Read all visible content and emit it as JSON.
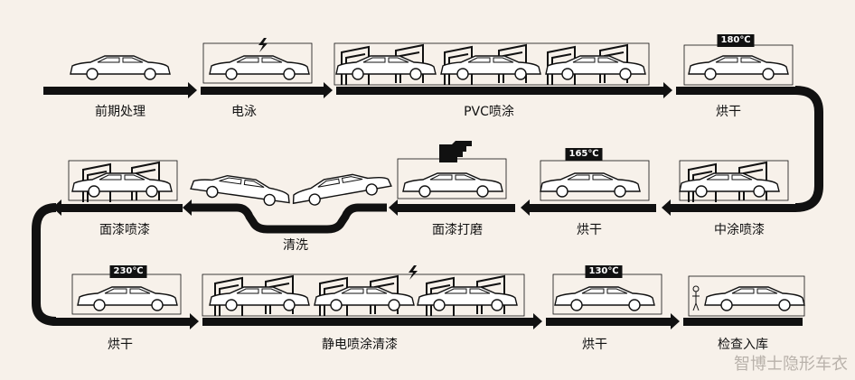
{
  "row1": {
    "steps": [
      "前期处理",
      "电泳",
      "PVC喷涂",
      "烘干"
    ],
    "temperature": "180℃"
  },
  "row2": {
    "steps": [
      "面漆喷漆",
      "清洗",
      "面漆打磨",
      "烘干",
      "中涂喷漆"
    ],
    "temperature": "165℃"
  },
  "row3": {
    "steps": [
      "烘干",
      "静电喷涂清漆",
      "烘干",
      "检查入库"
    ],
    "temperature_a": "230℃",
    "temperature_b": "130℃"
  },
  "watermark": "智博士隐形车衣",
  "colors": {
    "background": "#f7f1ea",
    "ink": "#111111",
    "watermark": "#b9b2ab"
  }
}
